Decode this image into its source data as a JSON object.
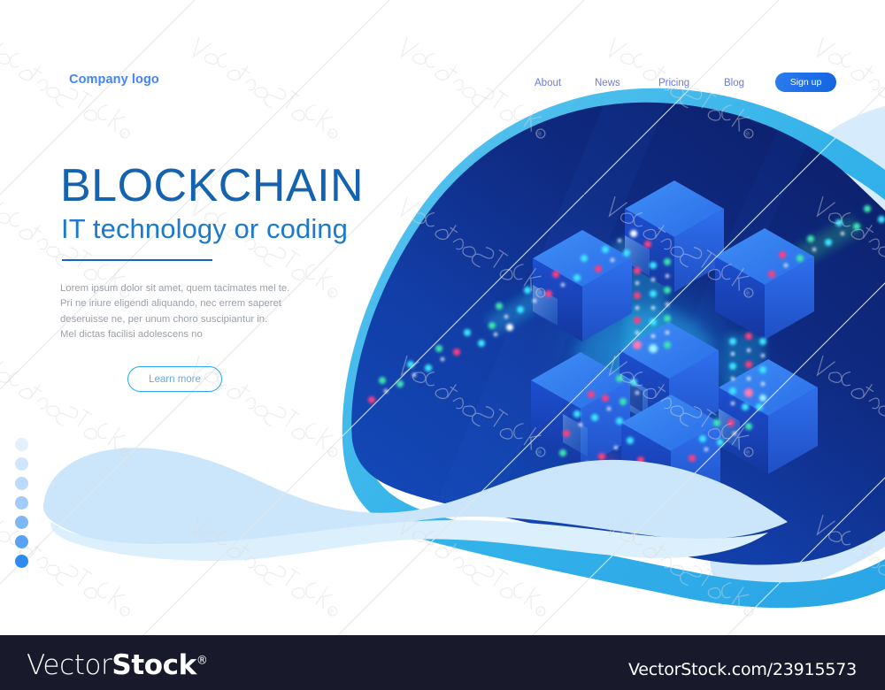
{
  "header": {
    "logo": "Company logo",
    "nav": [
      {
        "label": "About",
        "name": "nav-item-about"
      },
      {
        "label": "News",
        "name": "nav-item-news"
      },
      {
        "label": "Pricing",
        "name": "nav-item-pricing"
      },
      {
        "label": "Blog",
        "name": "nav-item-blog"
      }
    ],
    "signup_label": "Sign up"
  },
  "hero": {
    "title": "BLOCKCHAIN",
    "subtitle": "IT technology or coding",
    "body_lines": [
      "Lorem ipsum dolor sit amet, quem tacimates mel te.",
      "Pri ne iriure eligendi aliquando, nec errem saperet",
      "deseruisse ne, per unum choro suscipiantur in.",
      "Mel dictas facilisi adolescens no"
    ],
    "cta_label": "Learn more"
  },
  "pagination": {
    "count": 7,
    "active_index": 6,
    "opacities": [
      0.13,
      0.22,
      0.32,
      0.45,
      0.62,
      0.8,
      1.0
    ]
  },
  "illustration": {
    "name": "isometric-blockchain-cubes",
    "alt": "Isometric blue blockchain cubes connected by glowing data streams"
  },
  "footer": {
    "brand_thin": "Vector",
    "brand_bold": "Stock",
    "registered": "®",
    "url": "VectorStock.com/23915573"
  },
  "colors": {
    "brand_blue": "#4285f4",
    "nav_blue": "#6c7ae0",
    "title_blue": "#1463b0",
    "subtitle_blue": "#1b79cf",
    "rule_blue": "#1565c0",
    "body_gray": "#9aa0a8",
    "cta_border": "#29a8ef",
    "blob_dark": "#11277a",
    "blob_mid": "#1449b5",
    "blob_edge_cyan": "#36b6ea",
    "wave_light": "#cbe6fb",
    "footer_bg": "#181a2c",
    "dot_blue": "#2f8bf0"
  },
  "watermark": {
    "text": "VectorStock"
  }
}
